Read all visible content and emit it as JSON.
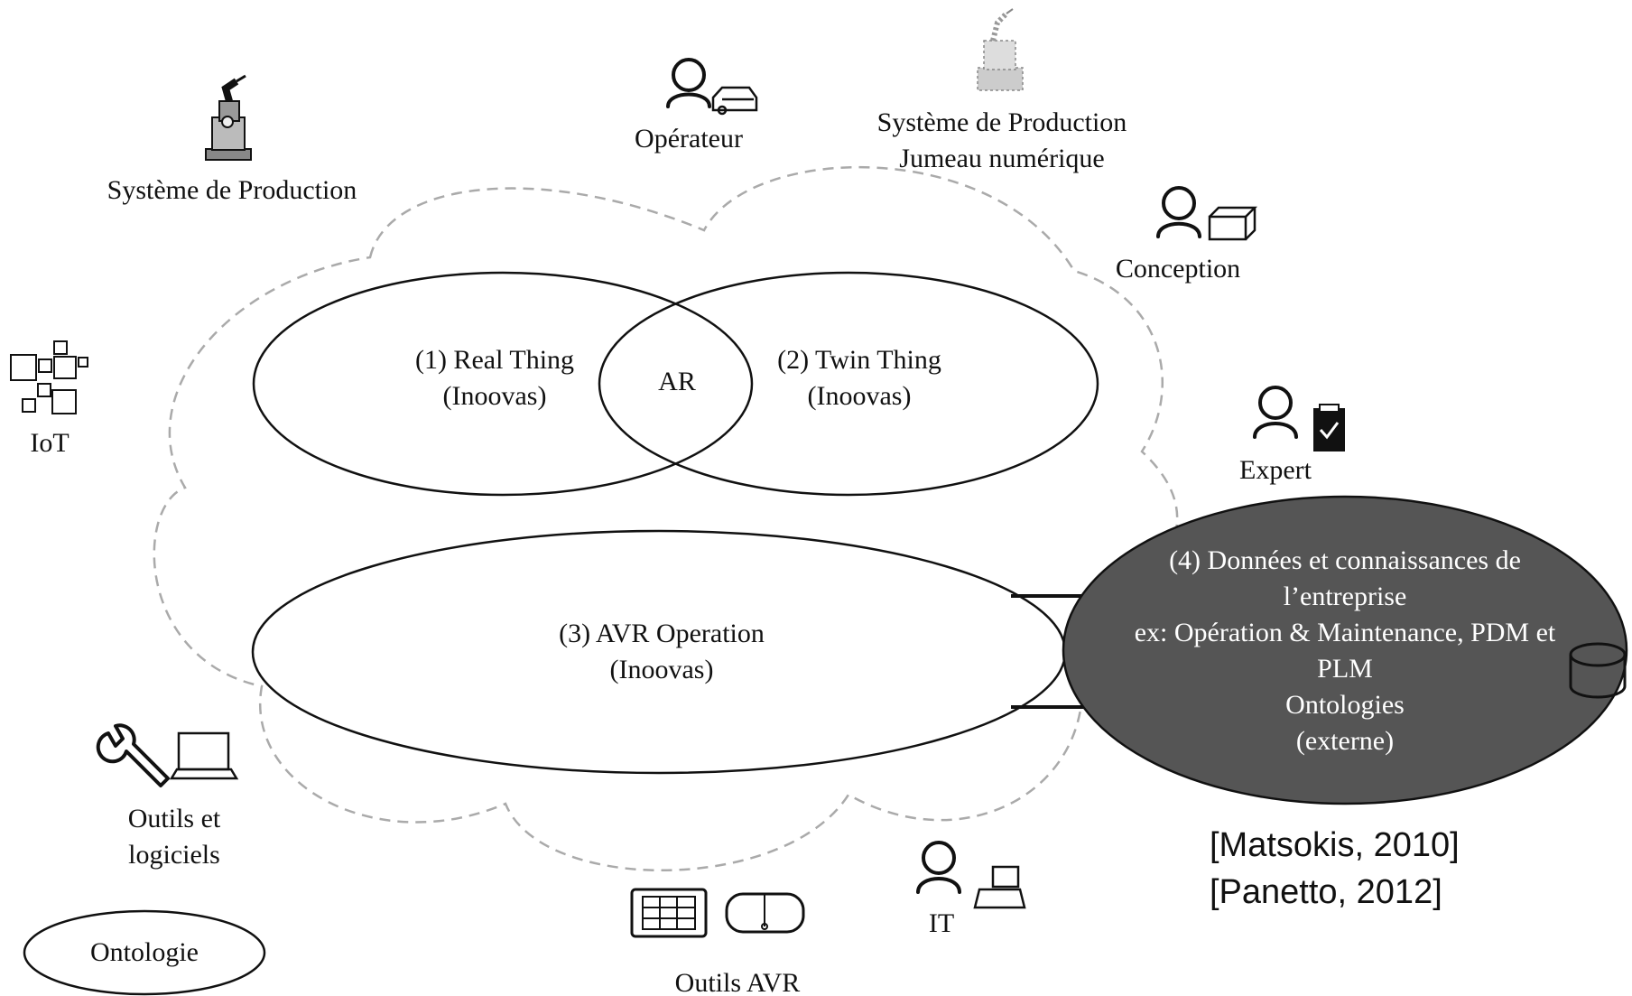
{
  "labels": {
    "systeme_production": "Système de Production",
    "operateur": "Opérateur",
    "jumeau_line1": "Système de Production",
    "jumeau_line2": "Jumeau numérique",
    "conception": "Conception",
    "iot": "IoT",
    "expert": "Expert",
    "outils_logiciels_line1": "Outils et",
    "outils_logiciels_line2": "logiciels",
    "ontologie": "Ontologie",
    "outils_avr": "Outils AVR",
    "it": "IT"
  },
  "nodes": {
    "real_thing_line1": "(1) Real Thing",
    "real_thing_line2": "(Inoovas)",
    "twin_thing_line1": "(2) Twin Thing",
    "twin_thing_line2": "(Inoovas)",
    "ar": "AR",
    "avr_line1": "(3) AVR Operation",
    "avr_line2": "(Inoovas)",
    "donnees_lines": [
      "(4) Données et connaissances de",
      "l’entreprise",
      "ex: Opération & Maintenance, PDM et",
      "PLM",
      "Ontologies",
      "(externe)"
    ]
  },
  "references": [
    "[Matsokis, 2010]",
    "[Panetto, 2012]"
  ],
  "colors": {
    "dark_ellipse": "#555555",
    "cloud_stroke": "#aaaaaa",
    "ink": "#111111"
  }
}
